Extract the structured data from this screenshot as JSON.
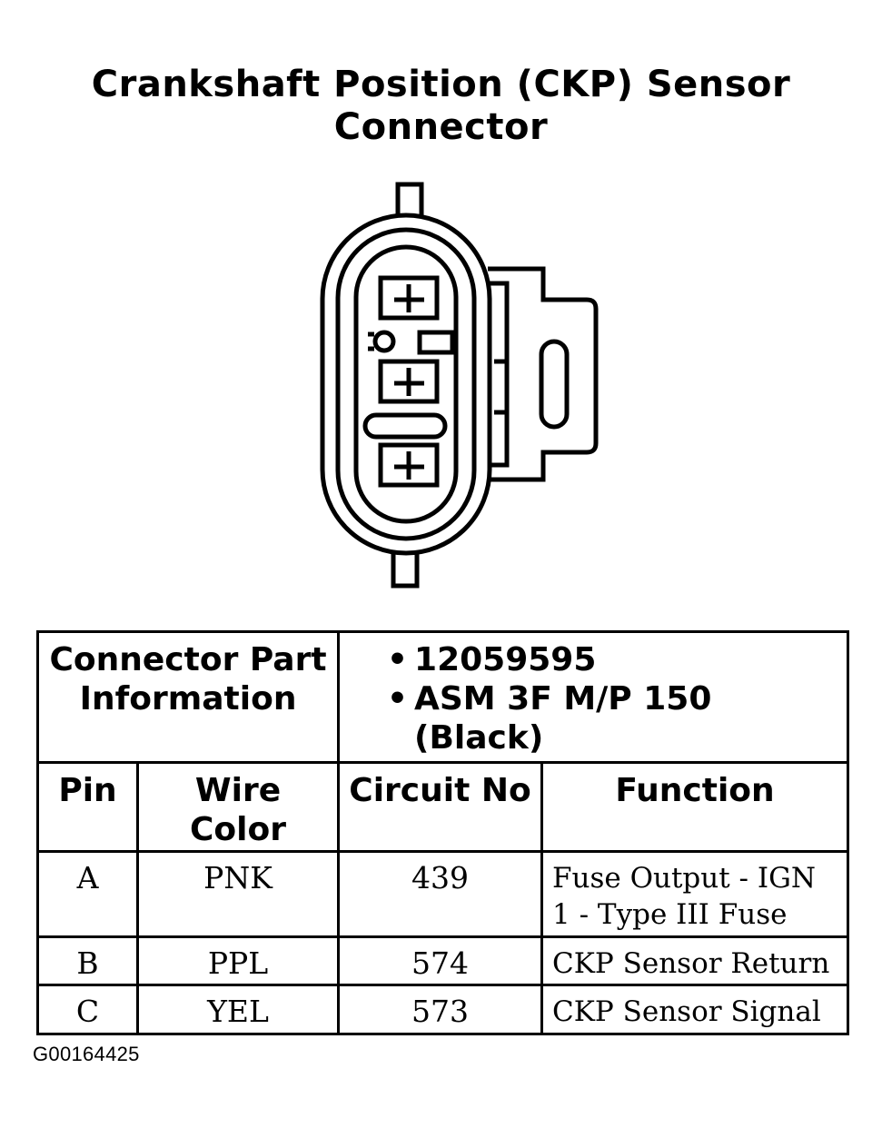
{
  "title": {
    "line1": "Crankshaft Position (CKP) Sensor",
    "line2": "Connector"
  },
  "connector_diagram": {
    "terminal_count": 3,
    "terminal_icon": "terminal-plus-icon"
  },
  "part_info": {
    "label_line1": "Connector Part",
    "label_line2": "Information",
    "items": [
      {
        "bullet": "•",
        "text": "12059595"
      },
      {
        "bullet": "•",
        "text": "ASM 3F M/P 150",
        "continuation": "(Black)"
      }
    ]
  },
  "table": {
    "headers": {
      "pin": "Pin",
      "wire_color_line1": "Wire",
      "wire_color_line2": "Color",
      "circuit_no": "Circuit No",
      "function": "Function"
    },
    "rows": [
      {
        "pin": "A",
        "wire_color": "PNK",
        "circuit_no": "439",
        "function_line1": "Fuse Output - IGN",
        "function_line2": "1 - Type III Fuse"
      },
      {
        "pin": "B",
        "wire_color": "PPL",
        "circuit_no": "574",
        "function_line1": "CKP Sensor Return",
        "function_line2": ""
      },
      {
        "pin": "C",
        "wire_color": "YEL",
        "circuit_no": "573",
        "function_line1": "CKP Sensor Signal",
        "function_line2": ""
      }
    ]
  },
  "figure_id": "G00164425"
}
